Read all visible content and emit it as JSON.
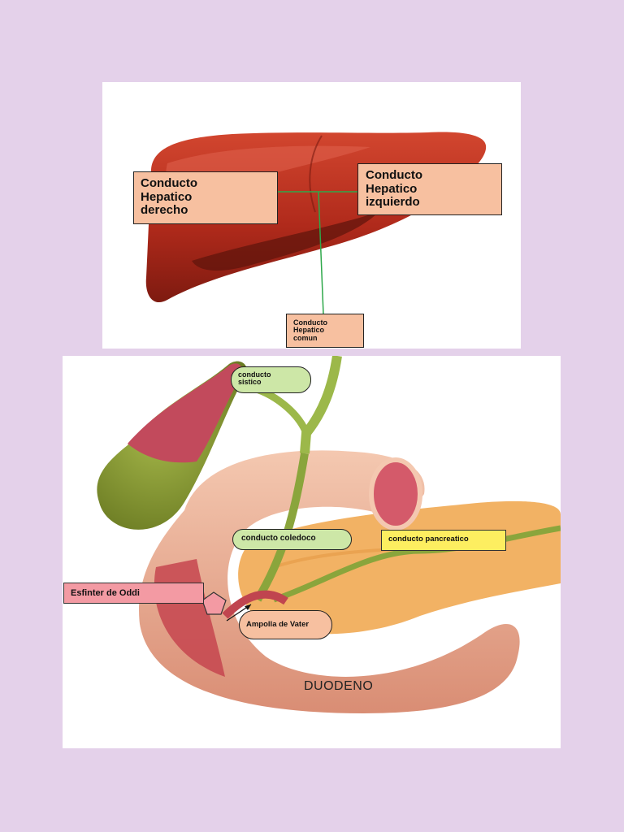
{
  "liver_labels": {
    "right_hepatic_duct": "Conducto\nHepatico\nderecho",
    "left_hepatic_duct": "Conducto\nHepatico\nizquierdo",
    "common_hepatic_duct": "Conducto\nHepatico\ncomun"
  },
  "duodenum_labels": {
    "cystic_duct": "conducto\nsistico",
    "common_bile_duct": "conducto coledoco",
    "pancreatic_duct": "conducto pancreatico",
    "sphincter_of_oddi": "Esfinter de Oddi",
    "ampulla_of_vater": "Ampolla de Vater",
    "duodenum": "DUODENO"
  },
  "colors": {
    "background": "#e4d1ea",
    "liver": "#b8301f",
    "label_box": "#f7c0a0",
    "green_label": "#cde7a7",
    "yellow_label": "#fdee60",
    "pink_label": "#f39aa3",
    "leader_line": "#2ea84a"
  }
}
